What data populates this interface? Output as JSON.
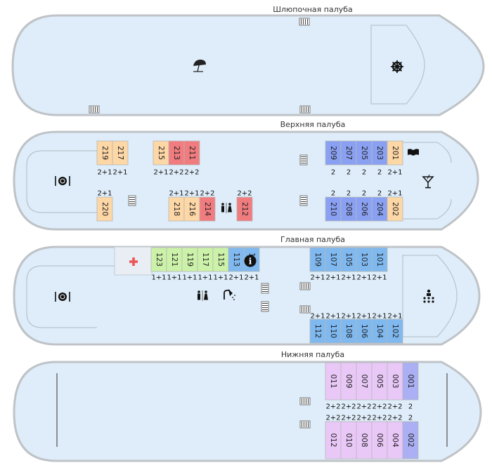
{
  "colors": {
    "hull_fill": "#deedf9",
    "hull_stroke": "#bfc3c7",
    "inner_stroke": "#b9c6d2",
    "standard": "#fdd7a6",
    "red": "#f07c80",
    "green": "#ccf2aa",
    "blue": "#7fb9f0",
    "periwinkle": "#8aa1f3",
    "lilac": "#e9c8f8",
    "purple_2": "#aab0f3",
    "cross": "#ee5555",
    "icon": "#222222"
  },
  "decks": [
    {
      "id": "boat",
      "title": "Шлюпочная палуба"
    },
    {
      "id": "upper",
      "title": "Верхняя палуба"
    },
    {
      "id": "main",
      "title": "Главная палуба"
    },
    {
      "id": "lower",
      "title": "Нижняя палуба"
    }
  ],
  "cabins": {
    "upper": [
      {
        "n": "219",
        "cap": "2+1",
        "color": "standard",
        "row": "top"
      },
      {
        "n": "217",
        "cap": "2+1",
        "color": "standard",
        "row": "top"
      },
      {
        "n": "215",
        "cap": "2+1",
        "color": "standard",
        "row": "top"
      },
      {
        "n": "213",
        "cap": "2+2",
        "color": "red",
        "row": "top"
      },
      {
        "n": "211",
        "cap": "2+2",
        "color": "red",
        "row": "top"
      },
      {
        "n": "209",
        "cap": "2",
        "color": "periwinkle",
        "row": "top"
      },
      {
        "n": "207",
        "cap": "2",
        "color": "periwinkle",
        "row": "top"
      },
      {
        "n": "205",
        "cap": "2",
        "color": "periwinkle",
        "row": "top"
      },
      {
        "n": "203",
        "cap": "2",
        "color": "periwinkle",
        "row": "top"
      },
      {
        "n": "201",
        "cap": "2+1",
        "color": "standard",
        "row": "top"
      },
      {
        "n": "220",
        "cap": "2+1",
        "color": "standard",
        "row": "bottom"
      },
      {
        "n": "218",
        "cap": "2+1",
        "color": "standard",
        "row": "bottom"
      },
      {
        "n": "216",
        "cap": "2+1",
        "color": "standard",
        "row": "bottom"
      },
      {
        "n": "214",
        "cap": "2+2",
        "color": "red",
        "row": "bottom"
      },
      {
        "n": "212",
        "cap": "2+2",
        "color": "red",
        "row": "bottom"
      },
      {
        "n": "210",
        "cap": "2",
        "color": "periwinkle",
        "row": "bottom"
      },
      {
        "n": "208",
        "cap": "2",
        "color": "periwinkle",
        "row": "bottom"
      },
      {
        "n": "206",
        "cap": "2",
        "color": "periwinkle",
        "row": "bottom"
      },
      {
        "n": "204",
        "cap": "2",
        "color": "periwinkle",
        "row": "bottom"
      },
      {
        "n": "202",
        "cap": "2+1",
        "color": "standard",
        "row": "bottom"
      }
    ],
    "main": [
      {
        "n": "123",
        "cap": "1+1",
        "color": "green",
        "row": "top"
      },
      {
        "n": "121",
        "cap": "1+1",
        "color": "green",
        "row": "top"
      },
      {
        "n": "119",
        "cap": "1+1",
        "color": "green",
        "row": "top"
      },
      {
        "n": "117",
        "cap": "1+1",
        "color": "green",
        "row": "top"
      },
      {
        "n": "115",
        "cap": "1+1",
        "color": "green",
        "row": "top"
      },
      {
        "n": "113",
        "cap": "2+1",
        "color": "blue",
        "row": "top"
      },
      {
        "n": "111",
        "cap": "2+1",
        "color": "blue",
        "row": "top"
      },
      {
        "n": "109",
        "cap": "2+1",
        "color": "blue",
        "row": "top"
      },
      {
        "n": "107",
        "cap": "2+1",
        "color": "blue",
        "row": "top"
      },
      {
        "n": "105",
        "cap": "2+1",
        "color": "blue",
        "row": "top"
      },
      {
        "n": "103",
        "cap": "2+1",
        "color": "blue",
        "row": "top"
      },
      {
        "n": "101",
        "cap": "2+1",
        "color": "blue",
        "row": "top"
      },
      {
        "n": "112",
        "cap": "2+1",
        "color": "blue",
        "row": "bottom"
      },
      {
        "n": "110",
        "cap": "2+1",
        "color": "blue",
        "row": "bottom"
      },
      {
        "n": "108",
        "cap": "2+1",
        "color": "blue",
        "row": "bottom"
      },
      {
        "n": "106",
        "cap": "2+1",
        "color": "blue",
        "row": "bottom"
      },
      {
        "n": "104",
        "cap": "2+1",
        "color": "blue",
        "row": "bottom"
      },
      {
        "n": "102",
        "cap": "2+1",
        "color": "blue",
        "row": "bottom"
      }
    ],
    "lower": [
      {
        "n": "011",
        "cap": "2+2",
        "color": "lilac",
        "row": "top"
      },
      {
        "n": "009",
        "cap": "2+2",
        "color": "lilac",
        "row": "top"
      },
      {
        "n": "007",
        "cap": "2+2",
        "color": "lilac",
        "row": "top"
      },
      {
        "n": "005",
        "cap": "2+2",
        "color": "lilac",
        "row": "top"
      },
      {
        "n": "003",
        "cap": "2+2",
        "color": "lilac",
        "row": "top"
      },
      {
        "n": "001",
        "cap": "2",
        "color": "purple_2",
        "row": "top"
      },
      {
        "n": "012",
        "cap": "2+2",
        "color": "lilac",
        "row": "bottom"
      },
      {
        "n": "010",
        "cap": "2+2",
        "color": "lilac",
        "row": "bottom"
      },
      {
        "n": "008",
        "cap": "2+2",
        "color": "lilac",
        "row": "bottom"
      },
      {
        "n": "006",
        "cap": "2+2",
        "color": "lilac",
        "row": "bottom"
      },
      {
        "n": "004",
        "cap": "2+2",
        "color": "lilac",
        "row": "bottom"
      },
      {
        "n": "002",
        "cap": "2",
        "color": "purple_2",
        "row": "bottom"
      }
    ]
  },
  "icons": [
    "beach-umbrella-icon",
    "ship-wheel-icon",
    "restaurant-icon",
    "library-icon",
    "cocktail-bar-icon",
    "restroom-icon",
    "stairs-icon",
    "first-aid-icon",
    "info-icon",
    "shower-icon",
    "conference-hall-icon"
  ]
}
